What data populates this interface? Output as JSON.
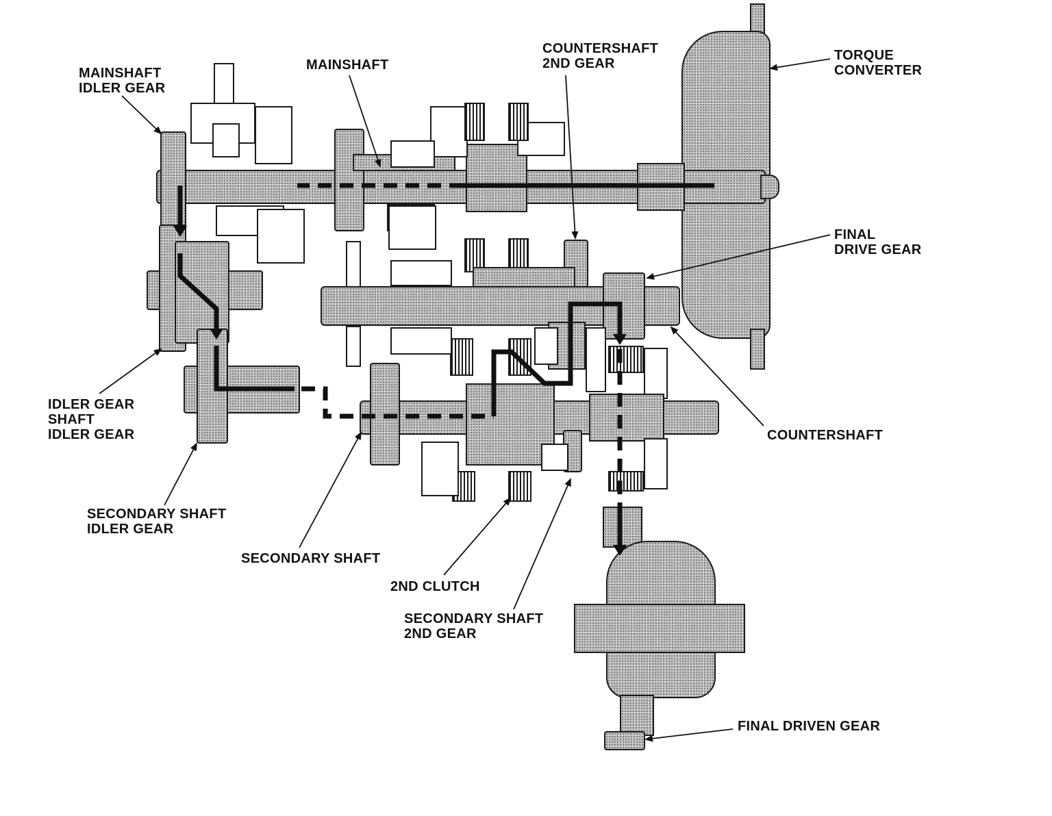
{
  "labels": {
    "mainshaft_idler_gear": [
      "MAINSHAFT",
      "IDLER GEAR"
    ],
    "mainshaft": [
      "MAINSHAFT"
    ],
    "countershaft_2nd_gear": [
      "COUNTERSHAFT",
      "2ND GEAR"
    ],
    "torque_converter": [
      "TORQUE",
      "CONVERTER"
    ],
    "final_drive_gear": [
      "FINAL",
      "DRIVE GEAR"
    ],
    "idler_gear_shaft_idler_gear": [
      "IDLER GEAR",
      "SHAFT",
      "IDLER GEAR"
    ],
    "countershaft": [
      "COUNTERSHAFT"
    ],
    "secondary_shaft_idler_gear": [
      "SECONDARY SHAFT",
      "IDLER GEAR"
    ],
    "secondary_shaft": [
      "SECONDARY SHAFT"
    ],
    "second_clutch": [
      "2ND CLUTCH"
    ],
    "secondary_shaft_2nd_gear": [
      "SECONDARY SHAFT",
      "2ND GEAR"
    ],
    "final_driven_gear": [
      "FINAL DRIVEN GEAR"
    ]
  }
}
